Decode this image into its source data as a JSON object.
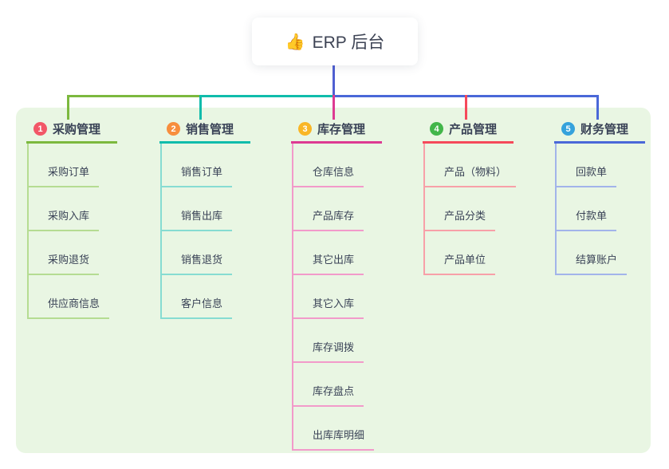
{
  "page": {
    "background_color": "#ffffff",
    "panel_color": "#e9f6e3",
    "text_color": "#3a4357"
  },
  "root": {
    "icon": "thumbs-up-icon",
    "emoji": "👍",
    "label": "ERP 后台",
    "connector_color": "#4f5fd2"
  },
  "branches": [
    {
      "badge": "1",
      "title": "采购管理",
      "badge_color": "#f25767",
      "line_color": "#7cb93e",
      "child_line_color": "#b5dc92",
      "children": [
        "采购订单",
        "采购入库",
        "采购退货",
        "供应商信息"
      ]
    },
    {
      "badge": "2",
      "title": "销售管理",
      "badge_color": "#f78e3d",
      "line_color": "#10bcab",
      "child_line_color": "#86dcd2",
      "children": [
        "销售订单",
        "销售出库",
        "销售退货",
        "客户信息"
      ]
    },
    {
      "badge": "3",
      "title": "库存管理",
      "badge_color": "#f9b626",
      "line_color": "#dd3a92",
      "child_line_color": "#f29aca",
      "children": [
        "仓库信息",
        "产品库存",
        "其它出库",
        "其它入库",
        "库存调拨",
        "库存盘点",
        "出库库明细"
      ]
    },
    {
      "badge": "4",
      "title": "产品管理",
      "badge_color": "#42b64a",
      "line_color": "#f5495a",
      "child_line_color": "#f8a0a8",
      "children": [
        "产品（物料）",
        "产品分类",
        "产品单位"
      ]
    },
    {
      "badge": "5",
      "title": "财务管理",
      "badge_color": "#35a2dc",
      "line_color": "#4a68d8",
      "child_line_color": "#a2b4ea",
      "children": [
        "回款单",
        "付款单",
        "结算账户"
      ]
    }
  ]
}
